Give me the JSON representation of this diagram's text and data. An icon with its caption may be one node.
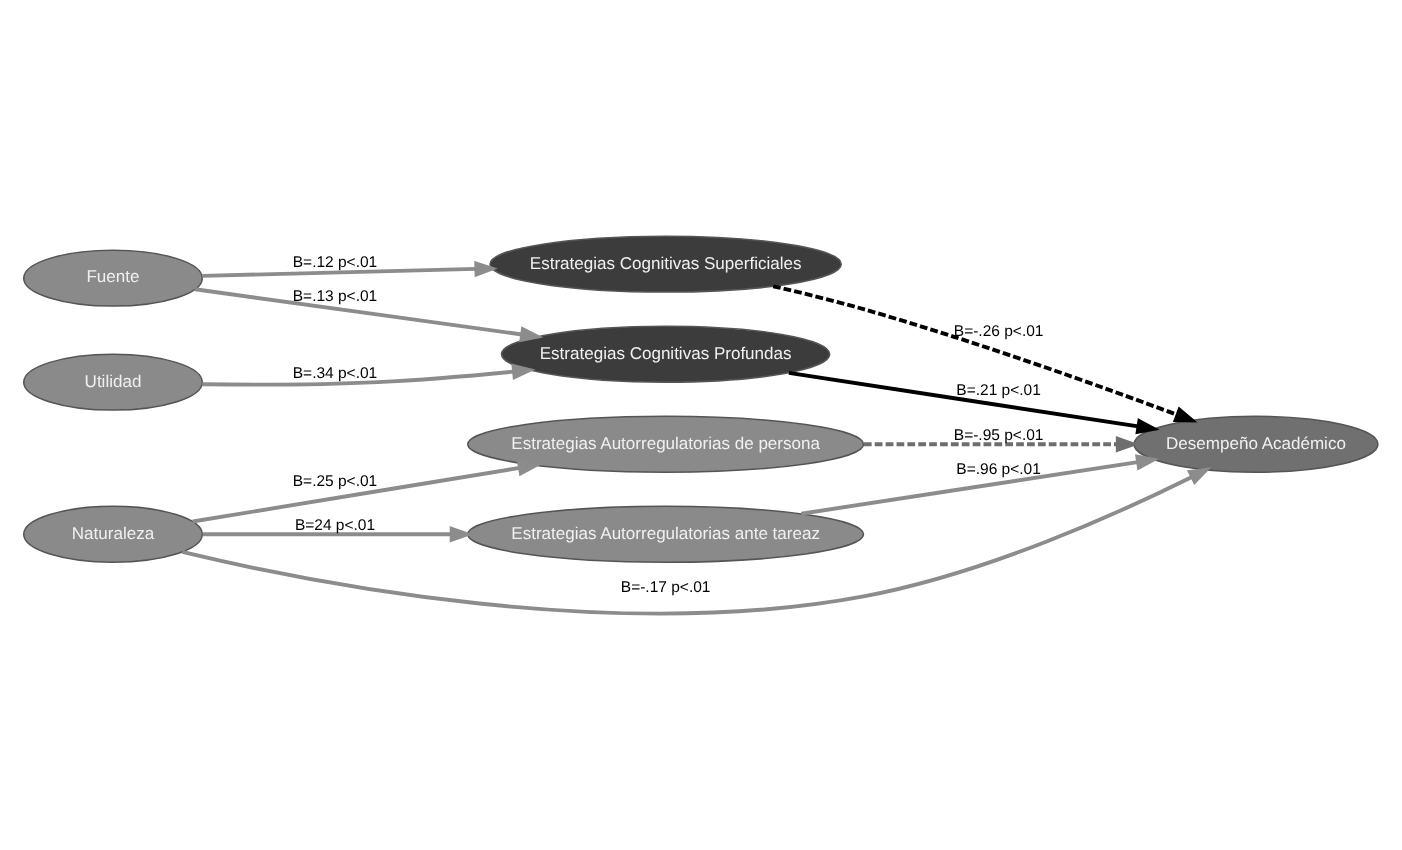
{
  "diagram": {
    "nodes": [
      {
        "text": [
          "Fuente"
        ]
      },
      {
        "text": [
          "Utilidad"
        ]
      },
      {
        "text": [
          "Naturaleza"
        ]
      },
      {
        "text": [
          "Estrategias Cognitivas Superficiales"
        ]
      },
      {
        "text": [
          "Estrategias Cognitivas Profundas"
        ]
      },
      {
        "text": [
          "Estrategias Autorregulatorias de persona"
        ]
      },
      {
        "text": [
          "Estrategias Autorregulatorias ante tareaz"
        ]
      },
      {
        "text": [
          "Desempeño Académico"
        ]
      }
    ],
    "edges": [
      {
        "from": 0,
        "to": 3,
        "arrow": "to",
        "label": "B=.12 p<.01"
      },
      {
        "from": 0,
        "to": 4,
        "arrow": "to",
        "label": "B=.13 p<.01"
      },
      {
        "from": 1,
        "to": 4,
        "arrow": "to",
        "label": "B=.34 p<.01"
      },
      {
        "from": 2,
        "to": 5,
        "arrow": "to",
        "label": "B=.25 p<.01"
      },
      {
        "from": 2,
        "to": 6,
        "arrow": "to",
        "label": "B=24 p<.01"
      },
      {
        "from": 2,
        "to": 7,
        "arrow": "to",
        "label": "B=-.17 p<.01"
      },
      {
        "from": 3,
        "to": 7,
        "arrow": "to",
        "label": "B=-.26 p<.01",
        "style": "dashed",
        "color": "#000000"
      },
      {
        "from": 4,
        "to": 7,
        "arrow": "to",
        "label": "B=.21 p<.01",
        "color": "#000000"
      },
      {
        "from": 5,
        "to": 7,
        "arrow": "to",
        "label": "B=-.95 p<.01",
        "style": "dashed",
        "color": "#6e6e6e"
      },
      {
        "from": 6,
        "to": 7,
        "arrow": "to",
        "label": "B=.96 p<.01"
      }
    ]
  }
}
